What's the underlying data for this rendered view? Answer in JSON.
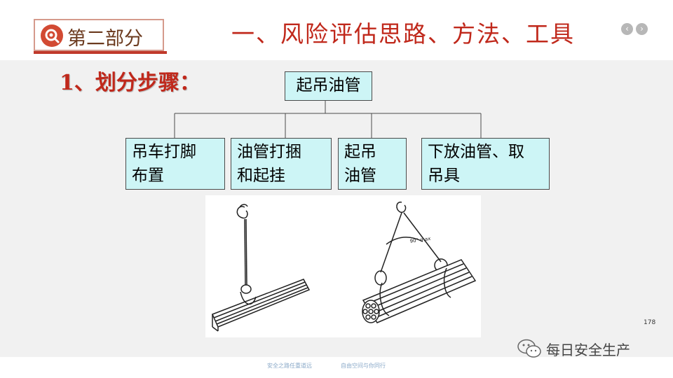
{
  "header": {
    "section_label": "第二部分",
    "title": "一、风险评估思路、方法、工具",
    "nav_prev": "‹",
    "nav_next": "›"
  },
  "content": {
    "step_heading": "1、划分步骤：",
    "tree": {
      "root": "起吊油管",
      "children": [
        {
          "line1": "吊车打脚",
          "line2": "布置"
        },
        {
          "line1": "油管打捆",
          "line2": "和起挂"
        },
        {
          "line1": "起吊",
          "line2": "油管"
        },
        {
          "line1": "下放油管、取",
          "line2": "吊具"
        }
      ]
    },
    "figure": {
      "angle_label": "90° max"
    },
    "page_number": "178"
  },
  "watermark": {
    "icon": "wechat-icon",
    "text": "每日安全生产"
  },
  "footer": {
    "left": "安全之路任重道远",
    "right": "自由空间与你同行"
  },
  "colors": {
    "title_red": "#c0281b",
    "box_fill": "#cdf5f6",
    "content_bg": "#f1f1f1",
    "badge_red": "#d24a33"
  }
}
